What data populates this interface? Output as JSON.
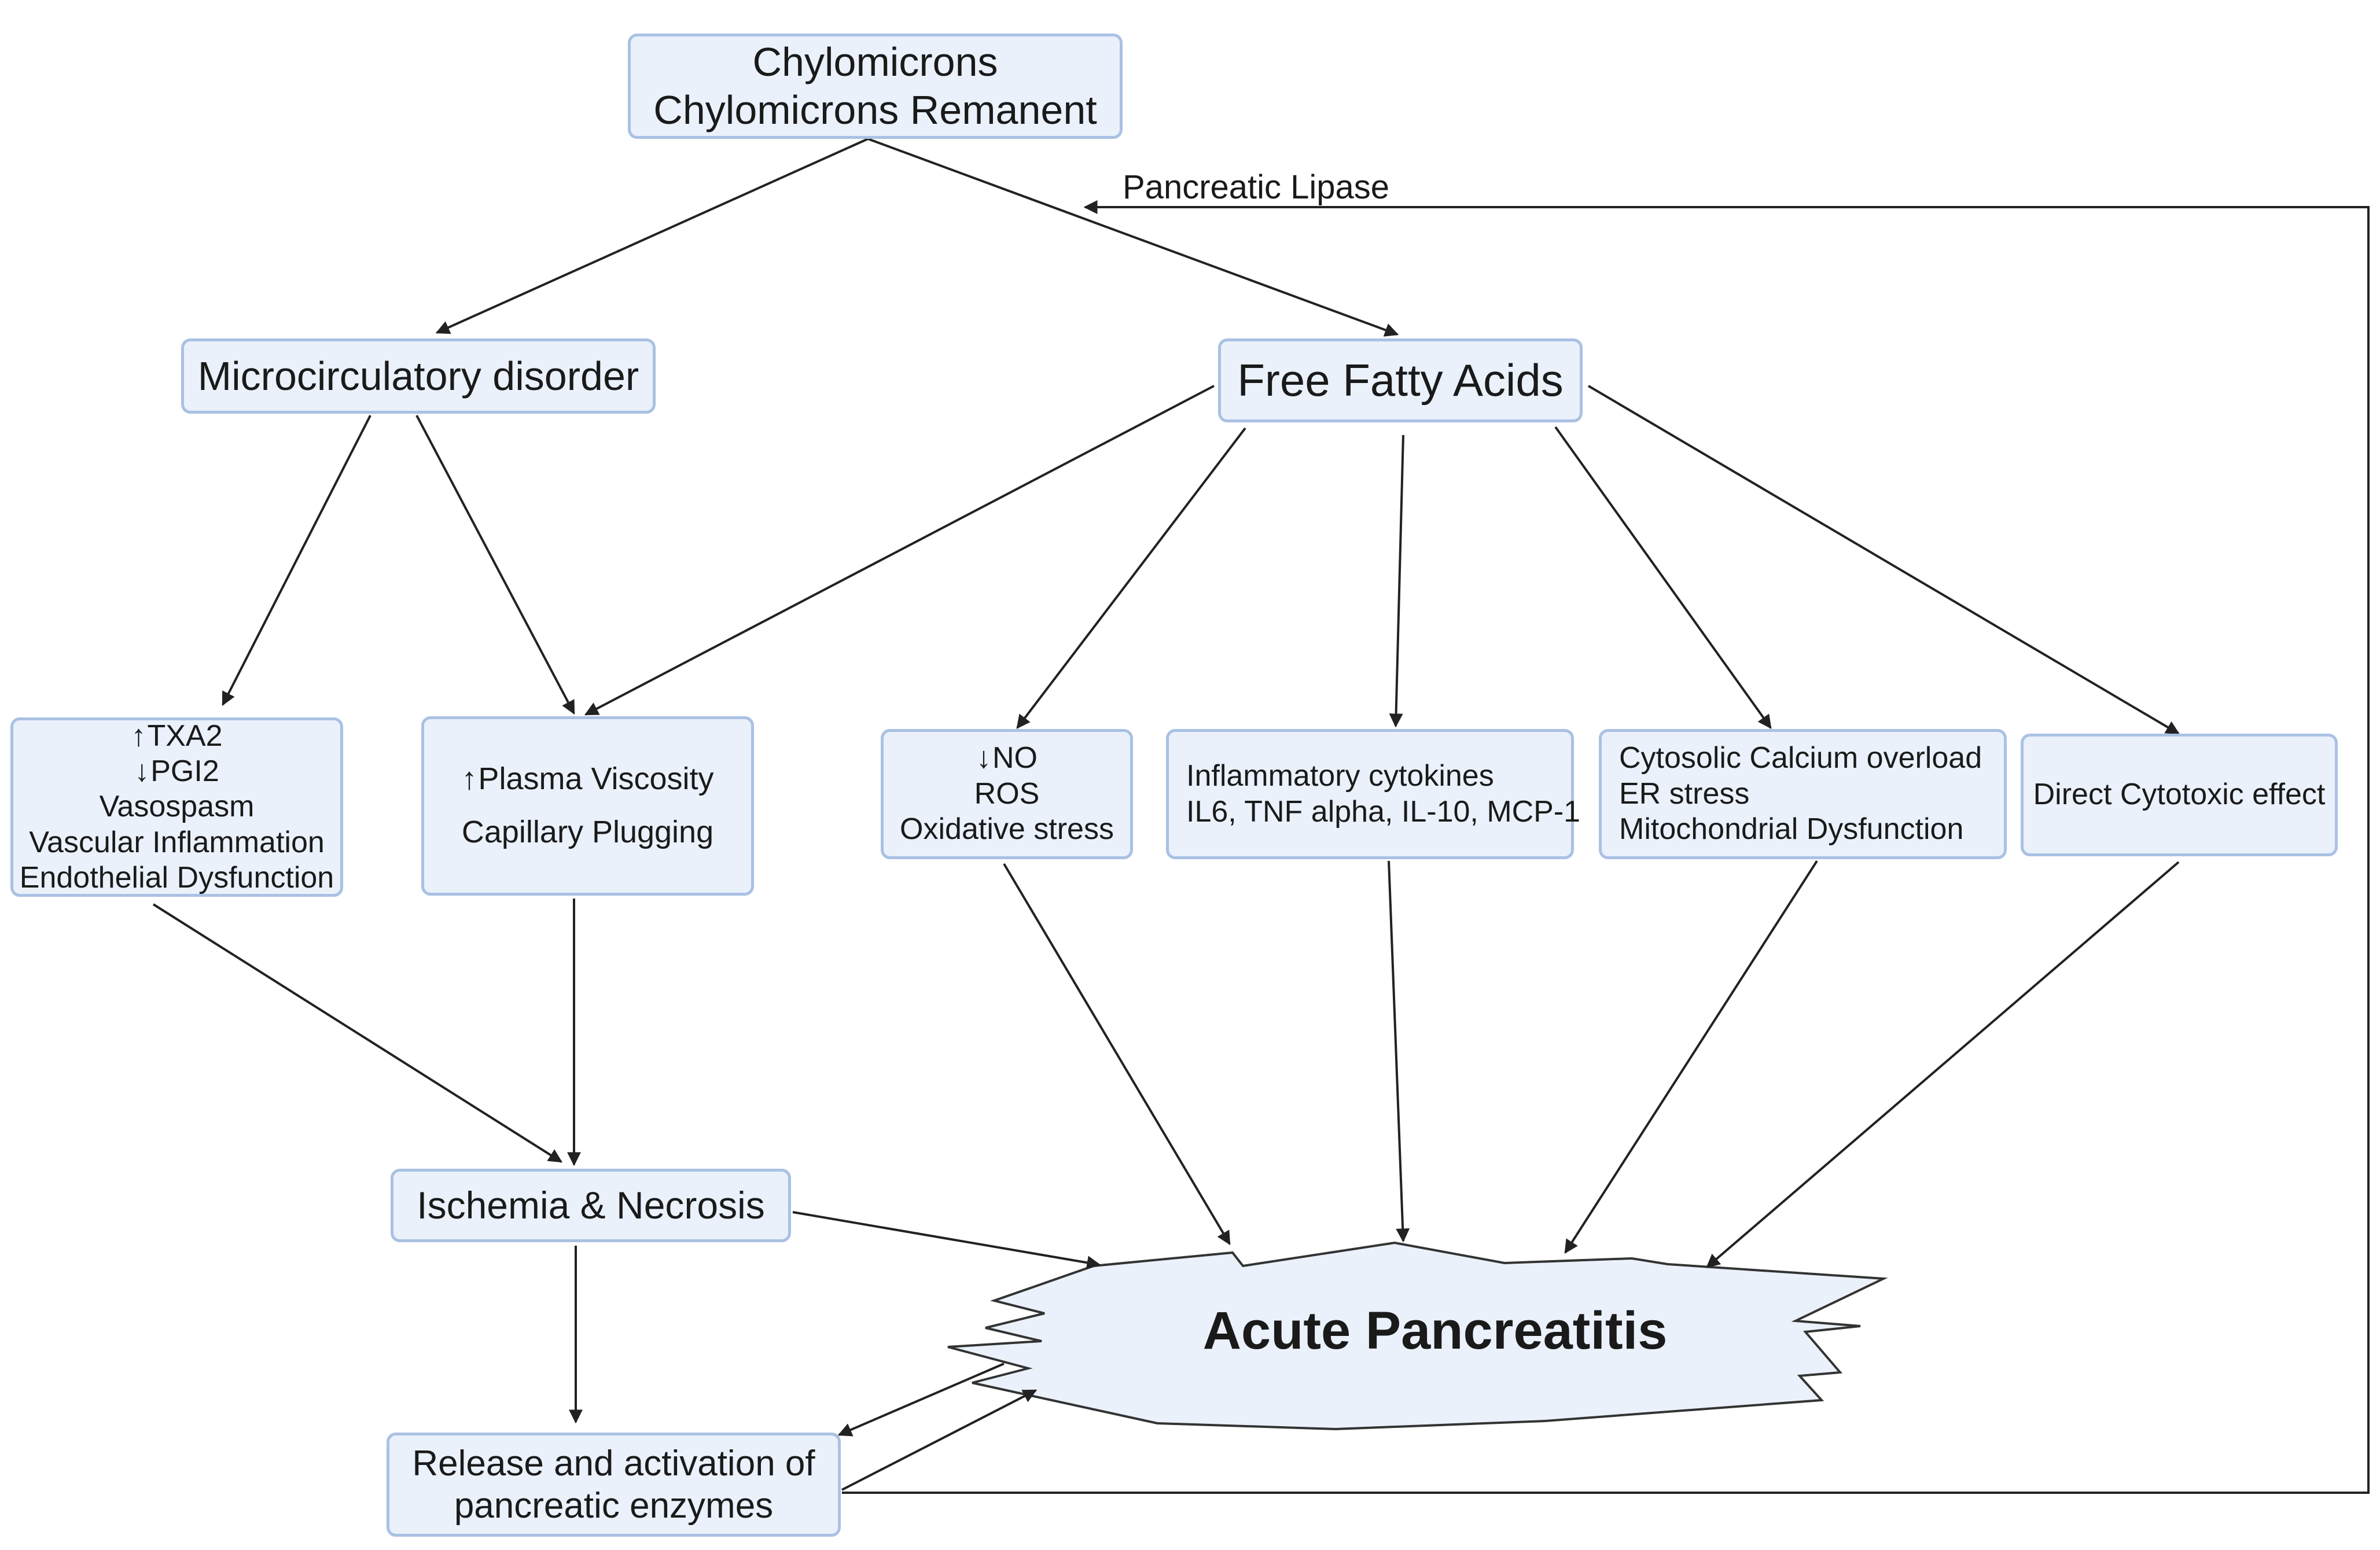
{
  "nodes": {
    "chylomicrons": {
      "line1": "Chylomicrons",
      "line2": "Chylomicrons Remanent"
    },
    "microcirculatory": {
      "label": "Microcirculatory disorder"
    },
    "free_fatty_acids": {
      "label": "Free Fatty Acids"
    },
    "vascular": {
      "txa2": "TXA2",
      "pgi2": "PGI2",
      "vasospasm": "Vasospasm",
      "inflammation": "Vascular Inflammation",
      "endothelial": "Endothelial Dysfunction"
    },
    "plasma": {
      "viscosity": "Plasma Viscosity",
      "plugging": "Capillary Plugging"
    },
    "oxidative": {
      "no": "NO",
      "ros": "ROS",
      "stress": "Oxidative stress"
    },
    "cytokines": {
      "line1": "Inflammatory cytokines",
      "line2": "IL6, TNF alpha, IL-10, MCP-1"
    },
    "calcium": {
      "line1": "Cytosolic Calcium overload",
      "line2": "ER stress",
      "line3": "Mitochondrial Dysfunction"
    },
    "cytotoxic": {
      "label": "Direct Cytotoxic effect"
    },
    "ischemia": {
      "label": "Ischemia & Necrosis"
    },
    "enzymes": {
      "line1": "Release and activation of",
      "line2": "pancreatic enzymes"
    },
    "acute": {
      "label": "Acute Pancreatitis"
    }
  },
  "edge_labels": {
    "pancreatic_lipase": "Pancreatic Lipase"
  },
  "colors": {
    "node_fill": "#eaf1fb",
    "node_border": "#a9c1e3",
    "arrow": "#222222",
    "burst_fill": "#eaf1fb"
  }
}
